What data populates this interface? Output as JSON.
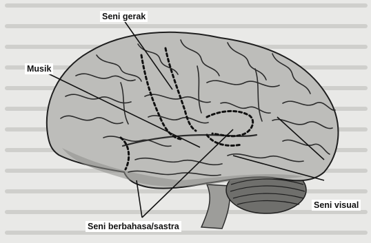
{
  "labels": {
    "seni_gerak": "Seni gerak",
    "musik": "Musik",
    "seni_visual": "Seni visual",
    "seni_berbahasa_sastra": "Seni berbahasa/sastra"
  },
  "colors": {
    "page_background": "#e9e9e7",
    "brain_fill": "#b9b9b6",
    "brain_shadow": "#8a8a87",
    "sulcus_line": "#2b2b2b",
    "pointer_line": "#111111",
    "label_background": "#ffffff"
  },
  "icons": {
    "brain": "brain-illustration"
  }
}
